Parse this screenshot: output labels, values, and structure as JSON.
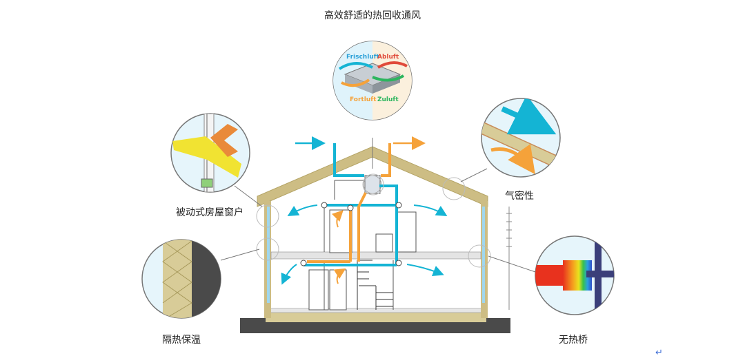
{
  "title": "高效舒适的热回收通风",
  "labels": {
    "passive_window": "被动式房屋窗户",
    "insulation": "隔热保温",
    "airtightness": "气密性",
    "no_thermal_bridge": "无热桥"
  },
  "ventilation_unit": {
    "frischluft": "Frischluft",
    "abluft": "Abluft",
    "fortluft": "Fortluft",
    "zuluft": "Zuluft"
  },
  "enter_mark": "↵",
  "colors": {
    "fresh_air": "#14b4d4",
    "exhaust_air": "#f5a23a",
    "roof": "#cdbd84",
    "circle_bg": "#e6f5fb"
  }
}
